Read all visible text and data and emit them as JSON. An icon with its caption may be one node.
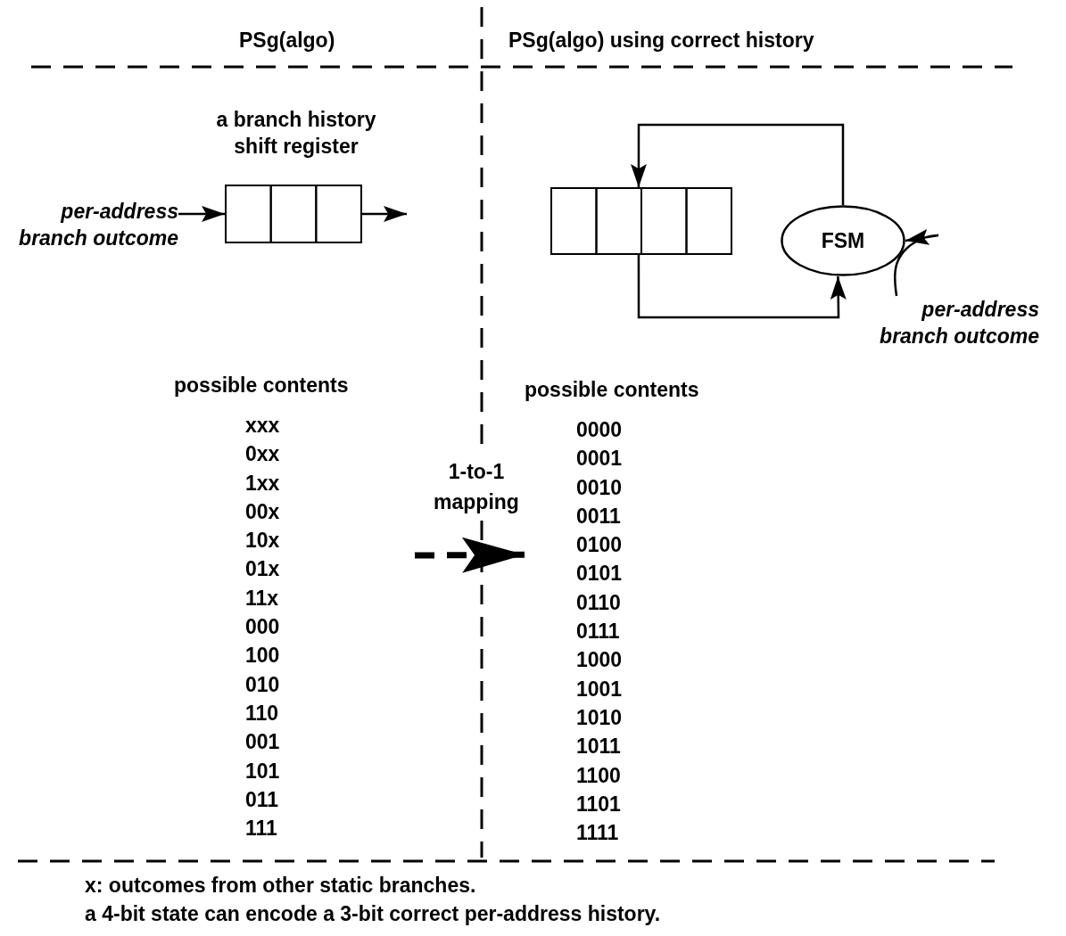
{
  "diagram": {
    "nodes": [
      {
        "text": [
          "per-address branch outcome"
        ]
      },
      {
        "text": [],
        "shape": "box",
        "beside": [
          "a branch history shift register"
        ]
      },
      {
        "text": [],
        "shape": "box"
      },
      {
        "text": [
          "FSM"
        ]
      },
      {
        "text": [
          "per-address branch outcome"
        ]
      },
      {
        "text": [
          "possible contents",
          "xxx",
          "0xx",
          "1xx",
          "00x",
          "10x",
          "01x",
          "11x",
          "000",
          "100",
          "010",
          "110",
          "001",
          "101",
          "011",
          "111"
        ]
      },
      {
        "text": [
          "possible contents",
          "0000",
          "0001",
          "0010",
          "0011",
          "0100",
          "0101",
          "0110",
          "0111",
          "1000",
          "1001",
          "1010",
          "1011",
          "1100",
          "1101",
          "1111"
        ]
      }
    ],
    "edges": [
      {
        "from": 0,
        "to": 1,
        "arrow": "to"
      },
      {
        "from": 1,
        "to": null,
        "arrow": "to"
      },
      {
        "from": 3,
        "to": 2,
        "arrow": "to"
      },
      {
        "from": 2,
        "to": 3,
        "arrow": "to"
      },
      {
        "from": 4,
        "to": 3,
        "arrow": "to"
      },
      {
        "from": 5,
        "to": 6,
        "arrow": "to",
        "label": "1-to-1 mapping",
        "style": "dashed"
      }
    ],
    "labels": [
      "PSg(algo)",
      "PSg(algo) using correct history",
      "x: outcomes from other static branches.",
      "a 4-bit state can encode a 3-bit correct per-address history."
    ]
  }
}
